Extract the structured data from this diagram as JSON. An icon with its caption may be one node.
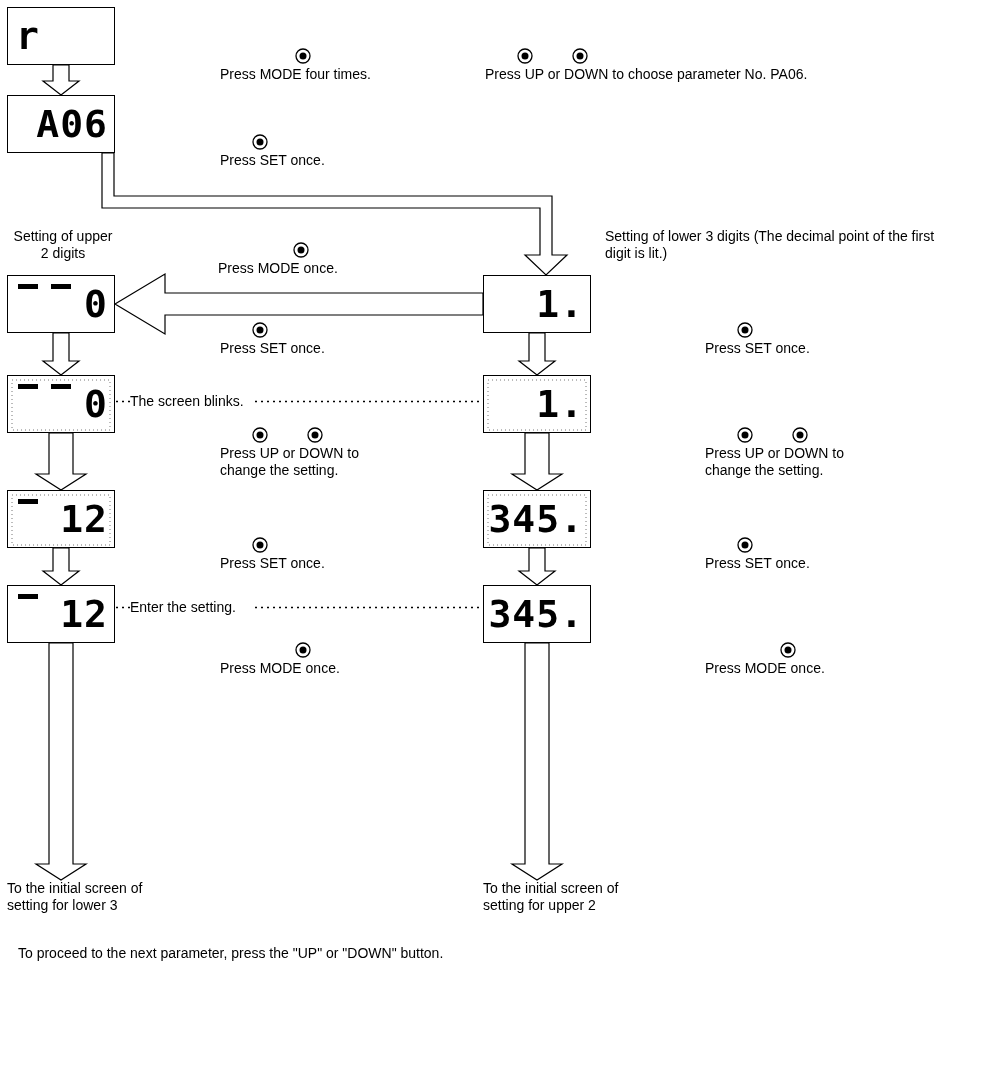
{
  "diagram": {
    "nodes": [
      {
        "text": [
          "r"
        ]
      },
      {
        "text": [
          "A06"
        ]
      },
      {
        "text": [
          "0"
        ],
        "beside": [
          "Setting of upper 2 digits"
        ]
      },
      {
        "text": [
          "1."
        ],
        "beside": [
          "Setting of lower 3 digits (The decimal point of the first digit is lit.)"
        ]
      },
      {
        "text": [
          "0"
        ]
      },
      {
        "text": [
          "The screen blinks."
        ]
      },
      {
        "text": [
          "1."
        ]
      },
      {
        "text": [
          "12"
        ]
      },
      {
        "text": [
          "345."
        ]
      },
      {
        "text": [
          "12"
        ]
      },
      {
        "text": [
          "Enter the setting."
        ]
      },
      {
        "text": [
          "345."
        ]
      },
      {
        "text": [
          "To the initial screen of setting for lower 3"
        ]
      },
      {
        "text": [
          "To the initial screen of setting for upper 2"
        ]
      }
    ],
    "edges": [
      {
        "from": 0,
        "to": 1,
        "arrow": "to"
      },
      {
        "from": 1,
        "to": 3,
        "arrow": "to"
      },
      {
        "from": 3,
        "to": 2,
        "arrow": "to"
      },
      {
        "from": 2,
        "to": 4,
        "arrow": "to"
      },
      {
        "from": 3,
        "to": 6,
        "arrow": "to"
      },
      {
        "from": 5,
        "to": 4,
        "arrow": "none",
        "style": "dashed"
      },
      {
        "from": 5,
        "to": 6,
        "arrow": "none",
        "style": "dashed"
      },
      {
        "from": 4,
        "to": 7,
        "arrow": "to"
      },
      {
        "from": 6,
        "to": 8,
        "arrow": "to"
      },
      {
        "from": 7,
        "to": 9,
        "arrow": "to"
      },
      {
        "from": 8,
        "to": 11,
        "arrow": "to"
      },
      {
        "from": 10,
        "to": 9,
        "arrow": "none",
        "style": "dashed"
      },
      {
        "from": 10,
        "to": 11,
        "arrow": "none",
        "style": "dashed"
      },
      {
        "from": 9,
        "to": 12,
        "arrow": "to"
      },
      {
        "from": 11,
        "to": 13,
        "arrow": "to"
      }
    ],
    "labels": [
      "Press MODE four times.",
      "Press UP or DOWN to choose parameter No. PA06.",
      "Press SET once.",
      "Press MODE once.",
      "Press SET once.",
      "Press SET once.",
      "Press UP or DOWN to change the setting.",
      "Press UP or DOWN to change the setting.",
      "Press SET once.",
      "Press SET once.",
      "Press MODE once.",
      "Press MODE once.",
      "To proceed to the next parameter, press the \"UP\" or \"DOWN\" button."
    ]
  }
}
